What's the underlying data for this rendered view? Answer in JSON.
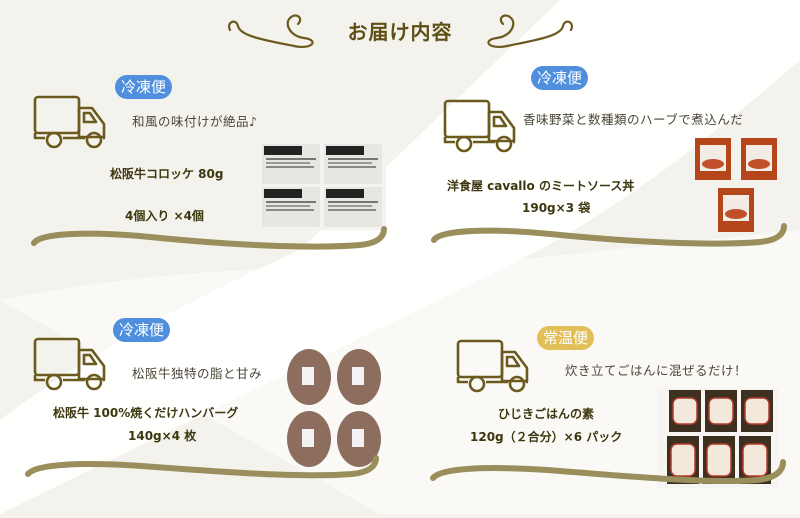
{
  "header": {
    "title": "お届け内容"
  },
  "colors": {
    "accent_olive": "#6b5a1e",
    "swoosh": "#9a8f5c",
    "frozen_badge": "#4f8fde",
    "ambient_badge": "#e3bf5a",
    "text_dark": "#3d3710"
  },
  "cards": [
    {
      "badge": "冷凍便",
      "badge_type": "frozen",
      "tagline": "和風の味付けが絶品♪",
      "product_name": "松阪牛コロッケ 80g",
      "quantity": "4個入り ×4個",
      "image": "korokke-packs-2x2"
    },
    {
      "badge": "冷凍便",
      "badge_type": "frozen",
      "tagline": "香味野菜と数種類のハーブで煮込んだ",
      "product_name": "洋食屋 cavallo のミートソース丼",
      "quantity": "190g×3 袋",
      "image": "meat-sauce-pouches-3"
    },
    {
      "badge": "冷凍便",
      "badge_type": "frozen",
      "tagline": "松阪牛独特の脂と甘み",
      "product_name": "松阪牛 100%焼くだけハンバーグ",
      "quantity": "140g×4 枚",
      "image": "hamburg-patties-2x2"
    },
    {
      "badge": "常温便",
      "badge_type": "ambient",
      "tagline": "炊き立てごはんに混ぜるだけ！",
      "product_name": "ひじきごはんの素",
      "quantity": "120g（２合分）×6 パック",
      "image": "hijiki-packs-3x2"
    }
  ]
}
